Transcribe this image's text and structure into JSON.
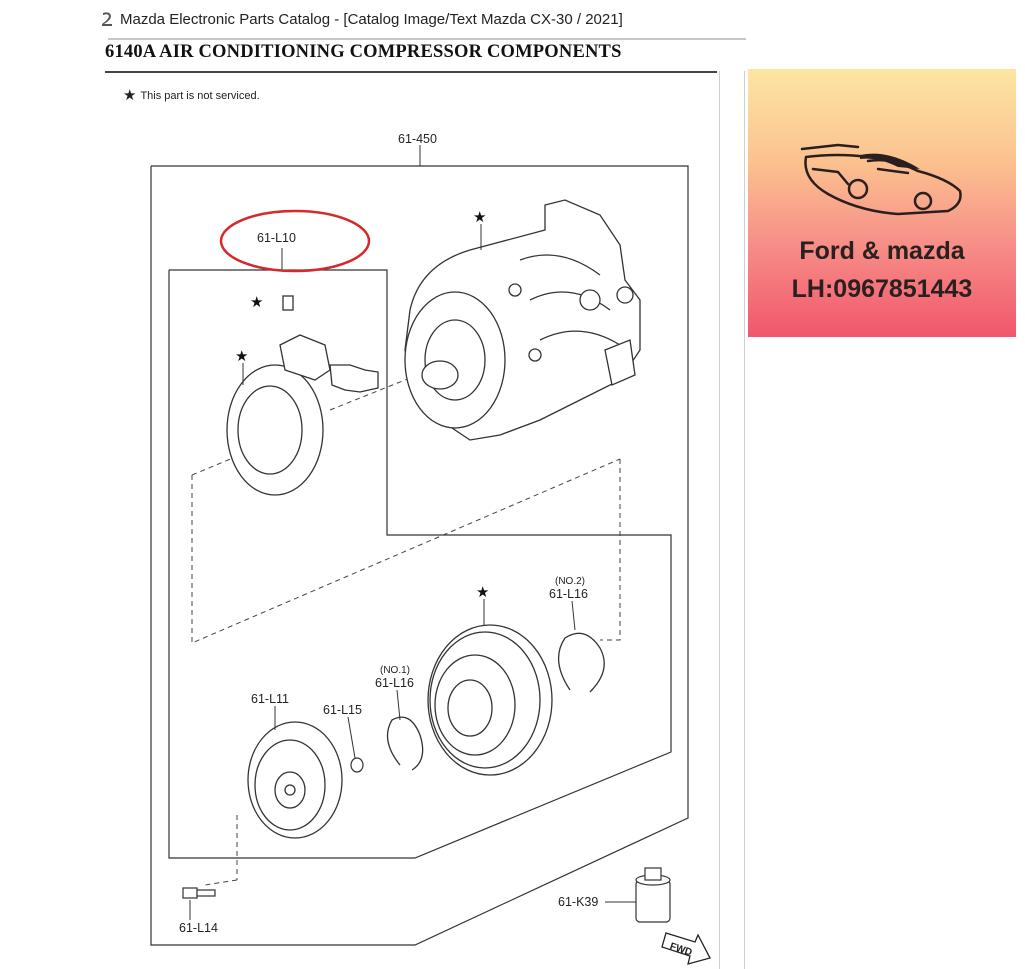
{
  "window": {
    "title": "Mazda Electronic Parts Catalog - [Catalog Image/Text Mazda CX-30 / 2021]",
    "icon": "catalog-app-icon"
  },
  "document": {
    "heading": "6140A  AIR CONDITIONING COMPRESSOR COMPONENTS",
    "note_symbol": "★",
    "note_text": "This part is not serviced."
  },
  "diagram": {
    "labels": {
      "assembly": "61-450",
      "clutch_set": "61-L10",
      "pressure_plate": "61-L11",
      "shim": "61-L15",
      "snap_ring_1_note": "(NO.1)",
      "snap_ring_1": "61-L16",
      "snap_ring_2_note": "(NO.2)",
      "snap_ring_2": "61-L16",
      "bolt": "61-L14",
      "oil": "61-K39",
      "front_arrow": "FWD"
    },
    "highlight_color": "#d42a2a"
  },
  "ad": {
    "title": "Ford & mazda",
    "phone": "LH:0967851443",
    "gradient_top": "#fde6a4",
    "gradient_bottom": "#f1566c"
  }
}
